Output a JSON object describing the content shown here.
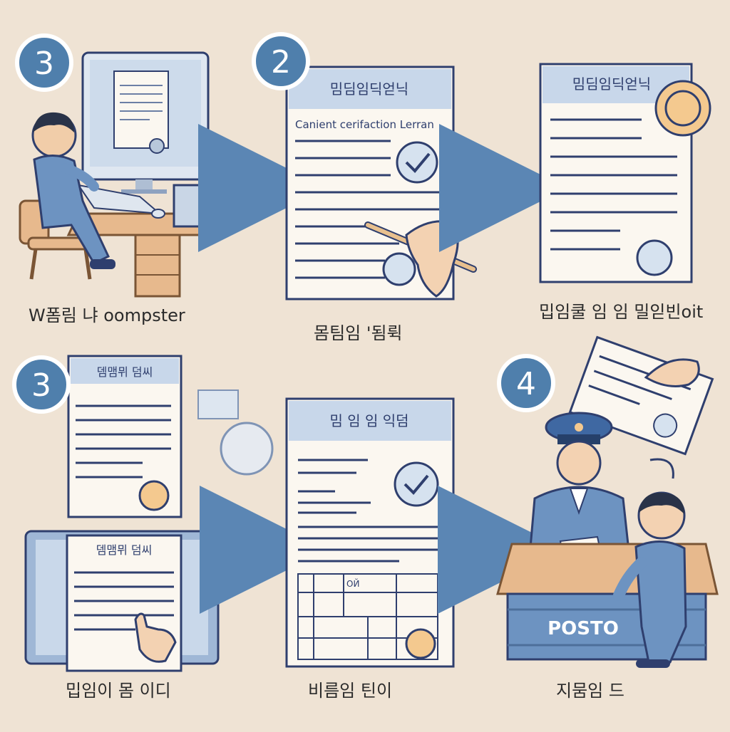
{
  "colors": {
    "background": "#efe3d4",
    "accent_blue": "#4f7fac",
    "arrow_blue": "#5b86b4",
    "paper": "#fbf7f0",
    "ink": "#2f3f6e",
    "desk": "#e7b98d"
  },
  "steps": [
    {
      "badge": "3",
      "caption": "W폼림 냐 oompster"
    },
    {
      "badge": "2",
      "doc_title": "밈딤임딕얻닉",
      "doc_subtitle": "Canient cerifaction Lerran",
      "caption": "몸팀임 '됨뤽"
    },
    {
      "doc_title": "밈딤임딕얻닉",
      "caption": "밉임쿨 임 임 밀읻빈oit"
    },
    {
      "badge": "3",
      "doc_title": "뎀맴뮈 덤씨",
      "caption": "밉임이 몸 이디"
    },
    {
      "doc_title": "밈 임 임 익덤",
      "table_label": "ОЙ",
      "caption": "비름임 틴이"
    },
    {
      "badge": "4",
      "counter_sign": "POSTO",
      "caption": "지뭄임 드"
    }
  ]
}
